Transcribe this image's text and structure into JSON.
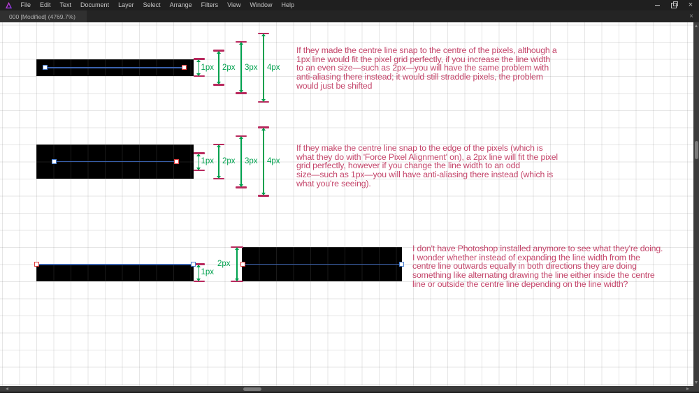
{
  "app": {
    "name_hint": "vector design application",
    "logo_icon": "affinity-triangle-icon"
  },
  "menu": {
    "items": [
      "File",
      "Edit",
      "Text",
      "Document",
      "Layer",
      "Select",
      "Arrange",
      "Filters",
      "View",
      "Window",
      "Help"
    ]
  },
  "window_buttons": {
    "minimize_icon": "minimize-icon",
    "restore_icon": "restore-icon",
    "close_icon": "close-icon",
    "close_glyph": "×"
  },
  "tab": {
    "title": "000 [Modified] (4769.7%)",
    "close_glyph": "×"
  },
  "colors": {
    "annotation_green": "#00a14e",
    "measure_cap_crimson": "#b9295e",
    "note_text_rose": "#c4456a",
    "centre_line_blue": "#3a62ae",
    "handle_border_blue": "#4a7fd0",
    "handle_border_red": "#e03c3c",
    "shape_fill": "#000000",
    "chrome_dark": "#1f1f1f"
  },
  "canvas": {
    "groups": [
      {
        "measurements": [
          {
            "label": "1px"
          },
          {
            "label": "2px"
          },
          {
            "label": "3px"
          },
          {
            "label": "4px"
          }
        ],
        "note": "If they made the centre line snap to the centre of the pixels, although a\n1px line would fit the pixel grid perfectly, if you increase the line width\nto an even size—such as 2px—you will have the same problem with\nanti-aliasing there instead; it would still straddle pixels, the problem\nwould just be shifted"
      },
      {
        "measurements": [
          {
            "label": "1px"
          },
          {
            "label": "2px"
          },
          {
            "label": "3px"
          },
          {
            "label": "4px"
          }
        ],
        "note": "If they make the centre line snap to the edge of the pixels (which is\nwhat they do with 'Force Pixel Alignment' on), a 2px line will fit the pixel\ngrid perfectly, however if you change the line width to an odd\nsize—such as 1px—you will have anti-aliasing there instead (which is\nwhat you're seeing)."
      },
      {
        "measurements": [
          {
            "label": "1px"
          },
          {
            "label": "2px"
          }
        ],
        "note": "I don't have Photoshop installed anymore to see what they're doing.\nI wonder whether instead of expanding the line width from the\ncentre line outwards equally in both directions they are doing\nsomething like alternating drawing the line either inside the centre\nline or outside the centre line depending on the line width?"
      }
    ]
  }
}
